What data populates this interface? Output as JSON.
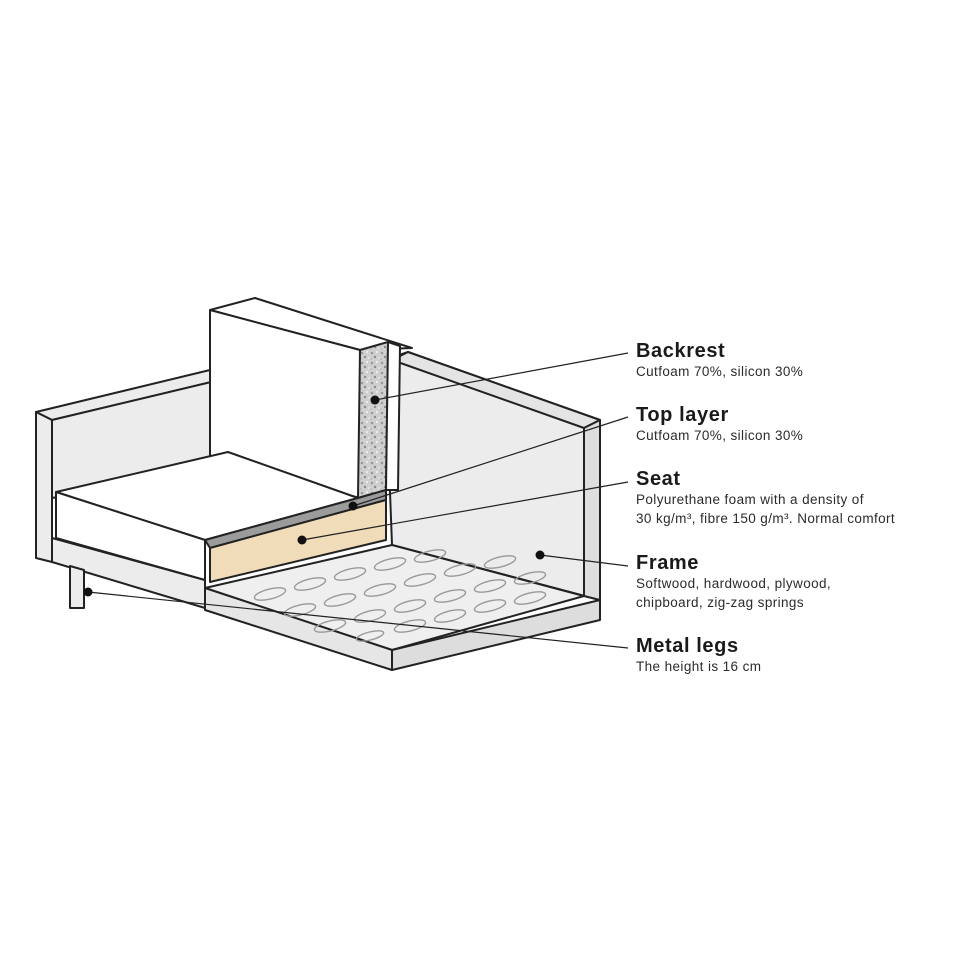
{
  "components": {
    "backrest": {
      "title": "Backrest",
      "desc": [
        "Cutfoam 70%, silicon 30%"
      ]
    },
    "top_layer": {
      "title": "Top layer",
      "desc": [
        "Cutfoam 70%, silicon 30%"
      ]
    },
    "seat": {
      "title": "Seat",
      "desc": [
        "Polyurethane foam with a density of",
        "30 kg/m³, fibre 150 g/m³. Normal comfort"
      ]
    },
    "frame": {
      "title": "Frame",
      "desc": [
        "Softwood, hardwood, plywood,",
        "chipboard, zig-zag springs"
      ]
    },
    "metal_legs": {
      "title": "Metal legs",
      "desc": [
        "The height is 16 cm"
      ]
    }
  },
  "colors": {
    "outline": "#222222",
    "frame_fill": "#ececec",
    "cushion_fill": "#ffffff",
    "seat_foam": "#f1dcb9",
    "backrest_foam": "#c9c9c9"
  }
}
